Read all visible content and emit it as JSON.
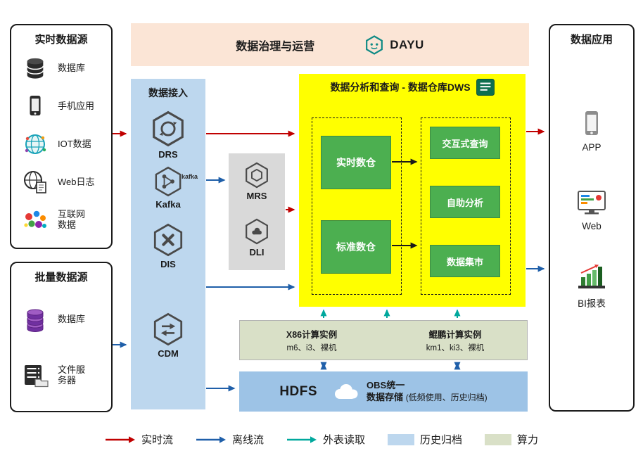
{
  "realtime_sources": {
    "title": "实时数据源",
    "items": [
      {
        "label": "数据库",
        "icon": "database-icon"
      },
      {
        "label": "手机应用",
        "icon": "mobile-app-icon"
      },
      {
        "label": "IOT数据",
        "icon": "iot-icon"
      },
      {
        "label": "Web日志",
        "icon": "web-log-icon"
      },
      {
        "label": "互联网数据",
        "icon": "internet-data-icon"
      }
    ]
  },
  "batch_sources": {
    "title": "批量数据源",
    "items": [
      {
        "label": "数据库",
        "icon": "database-stack-icon"
      },
      {
        "label": "文件服务器",
        "icon": "file-server-icon"
      }
    ]
  },
  "governance": {
    "title": "数据治理与运营",
    "logo_text": "DAYU"
  },
  "ingestion": {
    "title": "数据接入",
    "items": [
      {
        "label": "DRS"
      },
      {
        "label": "Kafka",
        "badge": "kafka"
      },
      {
        "label": "DIS"
      },
      {
        "label": "CDM"
      }
    ]
  },
  "processing": {
    "items": [
      {
        "label": "MRS"
      },
      {
        "label": "DLI"
      }
    ]
  },
  "dws": {
    "title": "数据分析和查询 - 数据仓库DWS",
    "left_items": [
      {
        "label": "实时数仓"
      },
      {
        "label": "标准数仓"
      }
    ],
    "right_items": [
      {
        "label": "交互式查询"
      },
      {
        "label": "自助分析"
      },
      {
        "label": "数据集市"
      }
    ]
  },
  "compute": {
    "columns": [
      {
        "title": "X86计算实例",
        "subtitle": "m6、i3、裸机"
      },
      {
        "title": "鲲鹏计算实例",
        "subtitle": "km1、ki3、裸机"
      }
    ]
  },
  "storage": {
    "hdfs_label": "HDFS",
    "obs_line1": "OBS统一",
    "obs_line2": "数据存储",
    "obs_note": "(低频使用、历史归档)"
  },
  "applications": {
    "title": "数据应用",
    "items": [
      {
        "label": "APP"
      },
      {
        "label": "Web"
      },
      {
        "label": "BI报表"
      }
    ]
  },
  "legend": {
    "items": [
      {
        "label": "实时流",
        "kind": "arrow",
        "color": "#C00000"
      },
      {
        "label": "离线流",
        "kind": "arrow",
        "color": "#1F5FA9"
      },
      {
        "label": "外表读取",
        "kind": "arrow",
        "color": "#00A89D"
      },
      {
        "label": "历史归档",
        "kind": "swatch",
        "color": "#BDD7EE"
      },
      {
        "label": "算力",
        "kind": "swatch",
        "color": "#D9E0C7"
      }
    ]
  },
  "colors": {
    "dws_background": "#FFFF00",
    "warehouse_green": "#4CAF50",
    "ingestion_blue": "#BDD7EE",
    "governance_peach": "#FBE5D6",
    "processing_gray": "#D9D9D9",
    "storage_blue": "#9DC3E6",
    "compute_green": "#D9E0C7"
  }
}
